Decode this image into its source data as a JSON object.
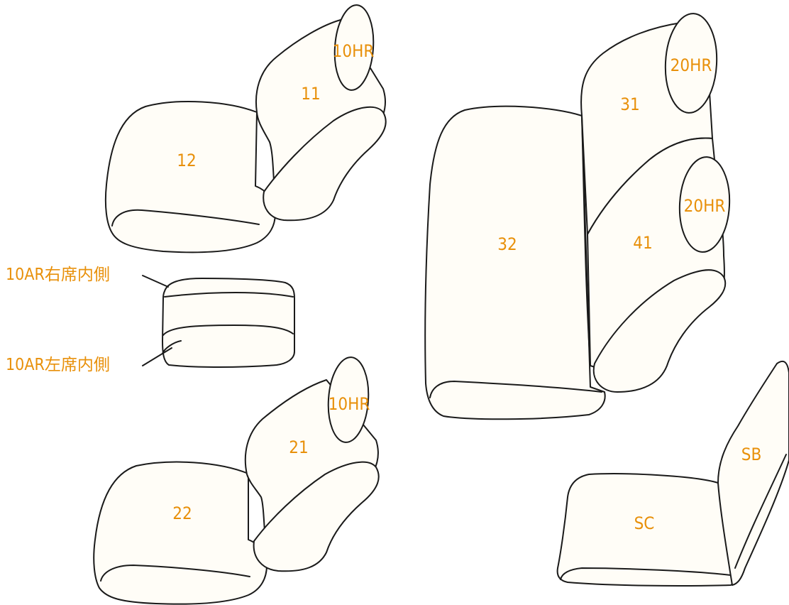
{
  "colors": {
    "label": "#e8900a",
    "outline": "#1a1a1a",
    "fill": "#fffdf7"
  },
  "labels": {
    "front_right": {
      "backrest": "11",
      "cushion": "12",
      "headrest": "10HR"
    },
    "front_left": {
      "backrest": "21",
      "cushion": "22",
      "headrest": "10HR"
    },
    "armrest": {
      "right_inner": "10AR右席内側",
      "left_inner": "10AR左席内側"
    },
    "second_row": {
      "backrest_a": "31",
      "cushion": "32",
      "backrest_b": "41",
      "headrest_a": "20HR",
      "headrest_b": "20HR"
    },
    "third_row": {
      "back": "SB",
      "cushion": "SC"
    }
  }
}
